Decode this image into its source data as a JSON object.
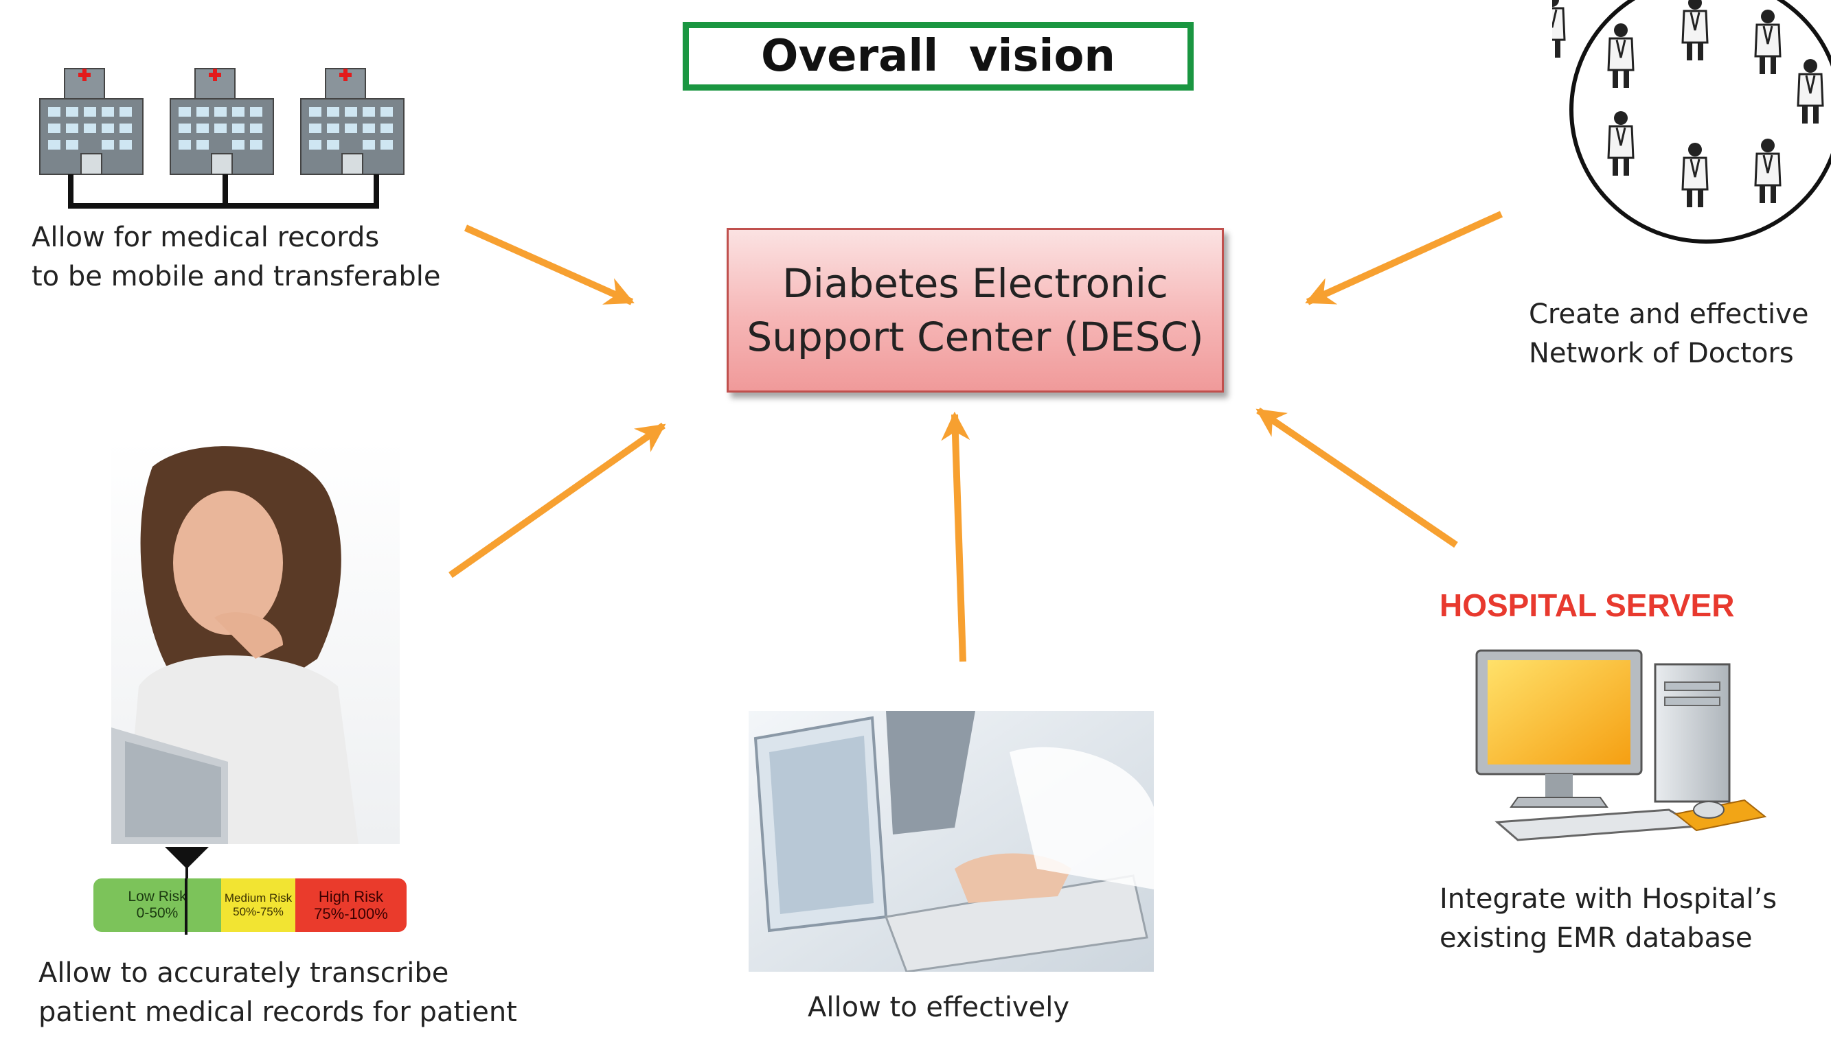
{
  "title": "Overall  vision",
  "center": {
    "line1": "Diabetes Electronic",
    "line2": "Support Center (DESC)"
  },
  "nodes": {
    "records": {
      "line1": "Allow for medical records",
      "line2": "to be mobile and transferable"
    },
    "doctors": {
      "line1": "Create and effective",
      "line2": "Network of Doctors"
    },
    "transcribe": {
      "line1": "Allow to accurately transcribe",
      "line2": "patient medical records for patient"
    },
    "effective": {
      "line1": "Allow to effectively"
    },
    "server": {
      "label": "HOSPITAL SERVER",
      "line1": "Integrate with Hospital’s",
      "line2": "existing EMR database"
    }
  },
  "risk_scale": {
    "low": {
      "label": "Low Risk",
      "range": "0-50%"
    },
    "medium": {
      "label": "Medium Risk",
      "range": "50%-75%"
    },
    "high": {
      "label": "High Risk",
      "range": "75%-100%"
    }
  },
  "colors": {
    "arrow": "#f7a030",
    "title_border": "#1a9641",
    "server_label": "#e8392e",
    "center_fill": "#f6b6b6"
  }
}
